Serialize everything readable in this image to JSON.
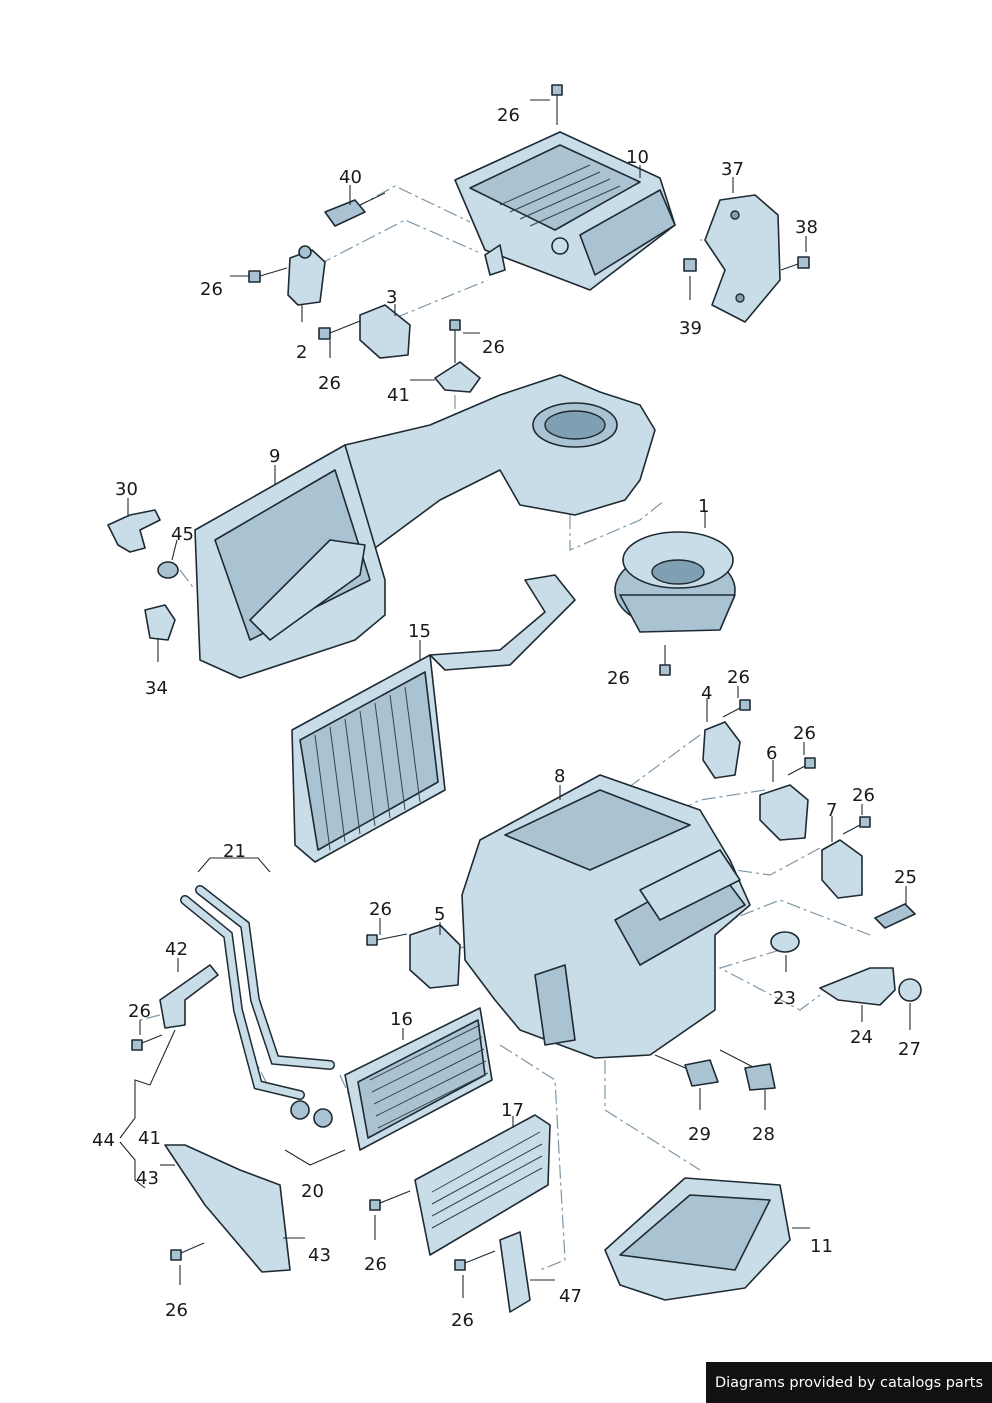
{
  "callouts": {
    "c26_top": "26",
    "c10": "10",
    "c37": "37",
    "c38": "38",
    "c39": "39",
    "c40": "40",
    "c26_a": "26",
    "c2": "2",
    "c3": "3",
    "c26_b": "26",
    "c26_c": "26",
    "c41_top": "41",
    "c9": "9",
    "c30": "30",
    "c45": "45",
    "c34": "34",
    "c1": "1",
    "c26_d": "26",
    "c15": "15",
    "c4": "4",
    "c26_e": "26",
    "c6": "6",
    "c26_f": "26",
    "c8": "8",
    "c7": "7",
    "c26_g": "26",
    "c25": "25",
    "c21": "21",
    "c26_h": "26",
    "c5": "5",
    "c42": "42",
    "c23": "23",
    "c24": "24",
    "c27": "27",
    "c26_i": "26",
    "c16": "16",
    "c29": "29",
    "c28": "28",
    "c17": "17",
    "c44": "44",
    "c41_bot": "41",
    "c43_a": "43",
    "c20": "20",
    "c11": "11",
    "c43_b": "43",
    "c26_j": "26",
    "c26_k": "26",
    "c47": "47",
    "c26_l": "26"
  },
  "credit": "Diagrams provided by catalogs parts",
  "colors": {
    "part_fill": "#c9dde8",
    "outline": "#1e2a33",
    "credit_bg": "#111111"
  }
}
